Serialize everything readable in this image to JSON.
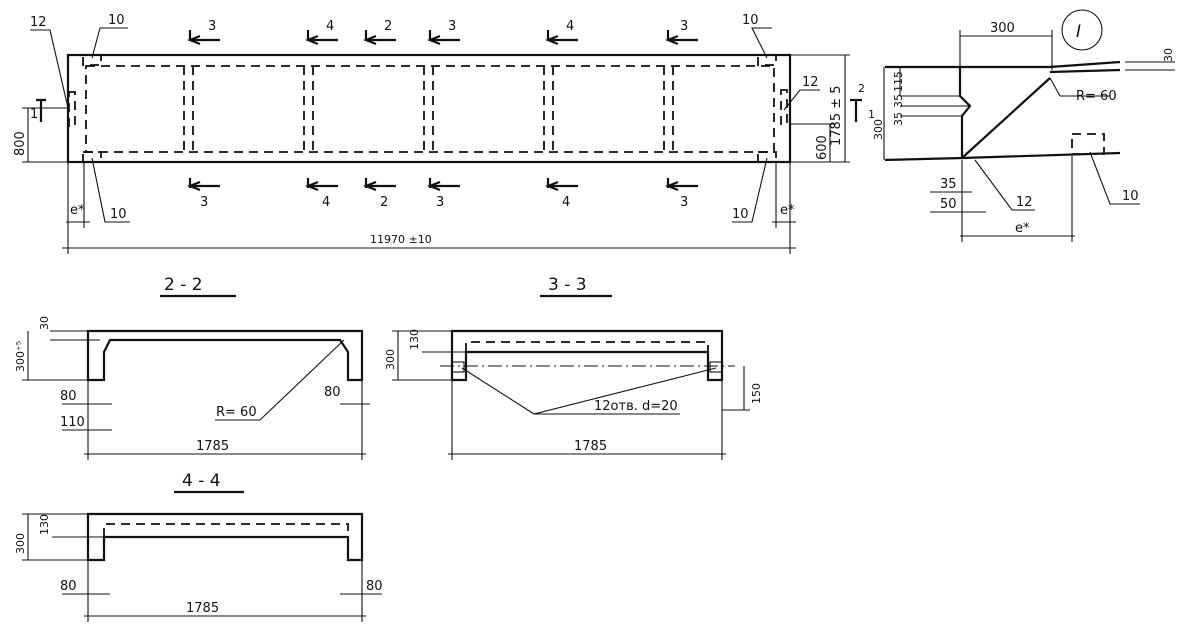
{
  "plan": {
    "overall_length": "11970 ±10",
    "width": "1785 ± 5",
    "dim_800": "800",
    "dim_600": "600",
    "dim_e_left": "e*",
    "dim_e_right": "e*",
    "mark_10": "10",
    "mark_12": "12",
    "cut_1": "1",
    "cut_1_right": "1",
    "cut_2_right": "2",
    "sections_top": [
      "3",
      "4",
      "2",
      "3",
      "4",
      "3"
    ],
    "sections_bottom": [
      "3",
      "4",
      "2",
      "3",
      "4",
      "3"
    ]
  },
  "section_2_2": {
    "title": "2 - 2",
    "dim_30": "30",
    "dim_height": "300⁺⁵",
    "dim_80_left": "80",
    "dim_110": "110",
    "dim_80_right": "80",
    "radius": "R= 60",
    "width": "1785"
  },
  "section_3_3": {
    "title": "3 - 3",
    "dim_300": "300",
    "dim_130": "130",
    "dim_150": "150",
    "holes": "12отв. d=20",
    "width": "1785"
  },
  "section_4_4": {
    "title": "4 - 4",
    "dim_300": "300",
    "dim_130": "130",
    "dim_80_left": "80",
    "dim_80_right": "80",
    "width": "1785"
  },
  "detail_I": {
    "label": "I",
    "dim_300": "300",
    "dim_30": "30",
    "dim_115": "115",
    "dim_35a": "35",
    "dim_35b": "35",
    "dim_300v": "300",
    "radius": "R= 60",
    "dim_35": "35",
    "dim_50": "50",
    "mark_12": "12",
    "mark_10": "10",
    "dim_e": "e*"
  }
}
